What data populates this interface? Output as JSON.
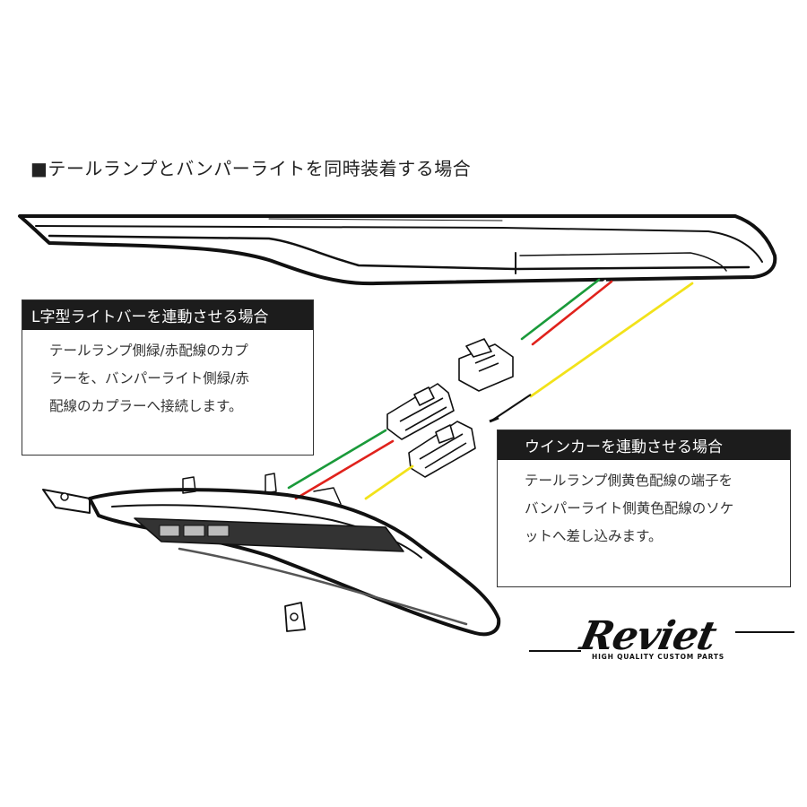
{
  "page_title": "■テールランプとバンパーライトを同時装着する場合",
  "box_lbar": {
    "heading": "L字型ライトバーを連動させる場合",
    "lines": [
      "テールランプ側緑/赤配線のカプ",
      "ラーを、バンパーライト側緑/赤",
      "配線のカプラーへ接続します。"
    ]
  },
  "box_winker": {
    "heading": "ウインカーを連動させる場合",
    "lines": [
      "テールランプ側黄色配線の端子を",
      "バンパーライト側黄色配線のソケ",
      "ットへ差し込みます。"
    ]
  },
  "logo": {
    "brand": "Reviet",
    "tagline": "HIGH QUALITY CUSTOM PARTS"
  },
  "wire_colors": {
    "green": "#1a9a3a",
    "red": "#e0221c",
    "yellow": "#f2e21a"
  }
}
